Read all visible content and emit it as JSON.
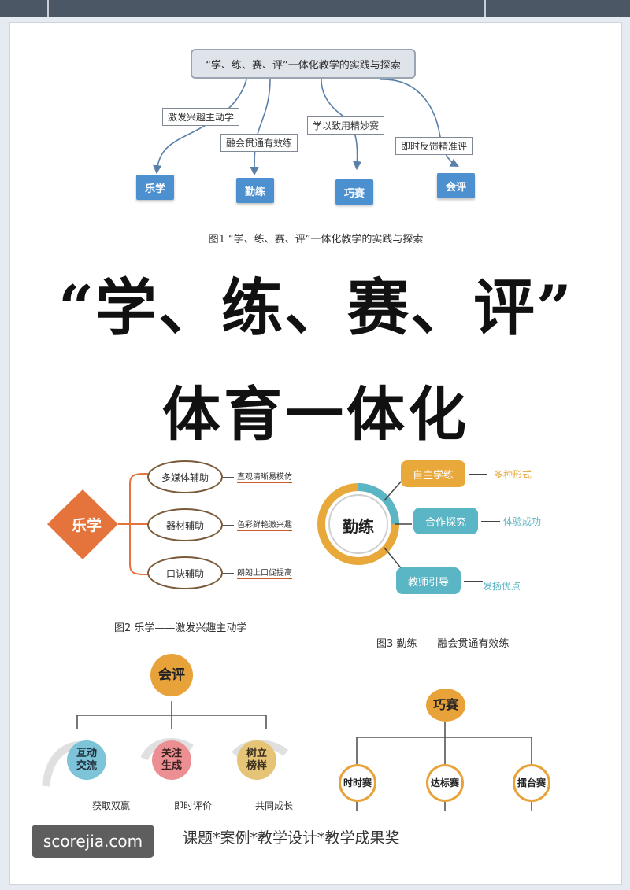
{
  "diagram1": {
    "root": "“学、练、赛、评”一体化教学的实践与探索",
    "branches": [
      {
        "edge": "激发兴趣主动学",
        "node": "乐学"
      },
      {
        "edge": "融会贯通有效练",
        "node": "勤练"
      },
      {
        "edge": "学以致用精妙赛",
        "node": "巧赛"
      },
      {
        "edge": "即时反馈精准评",
        "node": "会评"
      }
    ],
    "caption": "图1 “学、练、赛、评”一体化教学的实践与探索"
  },
  "title": {
    "line1": "“学、练、赛、评”",
    "line2": "体育一体化"
  },
  "diagram2": {
    "center": "乐学",
    "items": [
      {
        "oval": "多媒体辅助",
        "note": "直观清晰易模仿"
      },
      {
        "oval": "器材辅助",
        "note": "色彩鲜艳激兴趣"
      },
      {
        "oval": "口诀辅助",
        "note": "朗朗上口促提高"
      }
    ],
    "caption": "图2 乐学——激发兴趣主动学"
  },
  "diagram3": {
    "center": "勤练",
    "items": [
      {
        "pill": "自主学练",
        "note": "多种形式",
        "color": "#e8a83a"
      },
      {
        "pill": "合作探究",
        "note": "体验成功",
        "color": "#5ab5c4"
      },
      {
        "pill": "教师引导",
        "note": "发扬优点",
        "color": "#5ab5c4"
      }
    ],
    "caption": "图3 勤练——融会贯通有效练"
  },
  "diagram4": {
    "center": "会评",
    "items": [
      {
        "circle": "互动交流",
        "note": "获取双赢"
      },
      {
        "circle": "关注生成",
        "note": "即时评价"
      },
      {
        "circle": "树立榜样",
        "note": "共同成长"
      }
    ]
  },
  "diagram5": {
    "center": "巧赛",
    "items": [
      {
        "circle": "时时赛"
      },
      {
        "circle": "达标赛"
      },
      {
        "circle": "擂台赛"
      }
    ]
  },
  "watermark": "scorejia.com",
  "footer": "课题*案例*教学设计*教学成果奖",
  "colors": {
    "blue_box": "#4d90cf",
    "orange": "#e5733c",
    "teal": "#5ab5c4",
    "gold": "#e8a83a"
  }
}
